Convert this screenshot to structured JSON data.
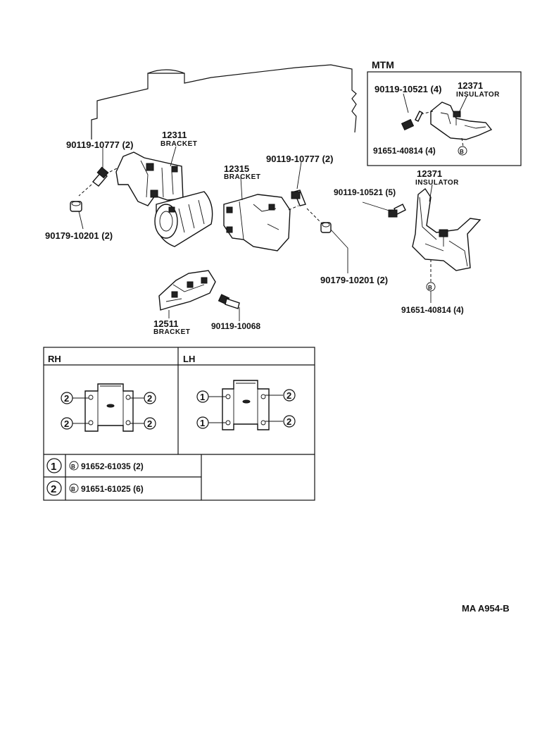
{
  "mtm_label": "MTM",
  "parts": {
    "p1": {
      "number": "90119-10777 (2)"
    },
    "p2": {
      "number": "12311",
      "name": "BRACKET"
    },
    "p3": {
      "number": "90179-10201 (2)"
    },
    "p4": {
      "number": "12315",
      "name": "BRACKET"
    },
    "p5": {
      "number": "90119-10777 (2)"
    },
    "p6": {
      "number": "90179-10201 (2)"
    },
    "p7": {
      "number": "12511",
      "name": "BRACKET"
    },
    "p8": {
      "number": "90119-10068"
    },
    "p9": {
      "number": "12371",
      "name": "INSULATOR"
    },
    "p10": {
      "number": "90119-10521 (5)"
    },
    "p11": {
      "number": "91651-40814 (4)"
    }
  },
  "mtm_parts": {
    "bolt": {
      "number": "90119-10521 (4)"
    },
    "insulator": {
      "number": "12371",
      "name": "INSULATOR"
    },
    "nut": {
      "number": "91651-40814 (4)"
    }
  },
  "symbol_b": "B",
  "table": {
    "rh_header": "RH",
    "lh_header": "LH",
    "rows": [
      {
        "index": "1",
        "symbol": "B",
        "part": "91652-61035 (2)"
      },
      {
        "index": "2",
        "symbol": "B",
        "part": "91651-61025 (6)"
      }
    ],
    "rh_marks": [
      "2",
      "2",
      "2",
      "2"
    ],
    "lh_marks_left": [
      "1",
      "1"
    ],
    "lh_marks_right": [
      "2",
      "2"
    ]
  },
  "footer_code": "MA  A954-B"
}
